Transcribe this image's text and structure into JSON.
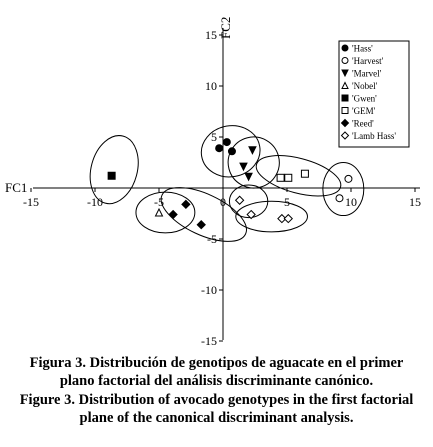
{
  "chart_data": {
    "type": "scatter",
    "xlabel": "FC1",
    "ylabel": "FC2",
    "xlim": [
      -15,
      15
    ],
    "ylim": [
      -15,
      15
    ],
    "x_ticks": [
      -15,
      -10,
      -5,
      0,
      5,
      10,
      15
    ],
    "y_ticks": [
      15,
      10,
      5,
      -5,
      -10,
      -15
    ],
    "x_tick_labels": [
      "-15",
      "-10",
      "-5",
      "0",
      "5",
      "10",
      "15"
    ],
    "y_tick_labels": [
      "15",
      "10",
      "5",
      "-5",
      "-10",
      "-15"
    ],
    "legend_position": "top-right",
    "series": [
      {
        "name": "'Hass'",
        "marker": "filled-circle",
        "points": [
          [
            -0.3,
            3.9
          ],
          [
            0.7,
            3.6
          ],
          [
            0.3,
            4.5
          ]
        ]
      },
      {
        "name": "'Harvest'",
        "marker": "open-circle",
        "points": [
          [
            9.8,
            0.9
          ],
          [
            9.1,
            -1.0
          ]
        ]
      },
      {
        "name": "'Marvel'",
        "marker": "filled-triangle-down",
        "points": [
          [
            2.3,
            3.7
          ],
          [
            1.6,
            2.1
          ],
          [
            2.0,
            1.1
          ]
        ]
      },
      {
        "name": "'Nobel'",
        "marker": "open-triangle",
        "points": [
          [
            -5.0,
            -2.4
          ]
        ]
      },
      {
        "name": "'Gwen'",
        "marker": "filled-square",
        "points": [
          [
            -8.7,
            1.2
          ]
        ]
      },
      {
        "name": "'GEM'",
        "marker": "open-square",
        "points": [
          [
            4.5,
            1.0
          ],
          [
            5.1,
            1.0
          ],
          [
            6.4,
            1.4
          ]
        ]
      },
      {
        "name": "'Reed'",
        "marker": "filled-diamond",
        "points": [
          [
            -2.9,
            -1.6
          ],
          [
            -3.9,
            -2.6
          ],
          [
            -1.7,
            -3.6
          ]
        ]
      },
      {
        "name": "'Lamb Hass'",
        "marker": "open-diamond",
        "points": [
          [
            2.2,
            -2.6
          ],
          [
            4.6,
            -3.0
          ],
          [
            5.1,
            -3.0
          ],
          [
            1.3,
            -1.2
          ]
        ]
      }
    ],
    "group_ellipses": [
      {
        "cx": 0.6,
        "cy": 3.6,
        "rx": 2.3,
        "ry": 2.5,
        "angle": 10
      },
      {
        "cx": 2.4,
        "cy": 2.5,
        "rx": 2.0,
        "ry": 2.5,
        "angle": -30
      },
      {
        "cx": 5.9,
        "cy": 1.2,
        "rx": 3.4,
        "ry": 1.7,
        "angle": -15
      },
      {
        "cx": 9.4,
        "cy": -0.1,
        "rx": 1.6,
        "ry": 2.6,
        "angle": 0
      },
      {
        "cx": -8.5,
        "cy": 1.8,
        "rx": 1.8,
        "ry": 3.4,
        "angle": -15
      },
      {
        "cx": -4.5,
        "cy": -2.4,
        "rx": 2.3,
        "ry": 2.0,
        "angle": 0
      },
      {
        "cx": -1.5,
        "cy": -2.6,
        "rx": 3.6,
        "ry": 2.0,
        "angle": -25
      },
      {
        "cx": 3.8,
        "cy": -2.8,
        "rx": 2.8,
        "ry": 1.5,
        "angle": 0
      },
      {
        "cx": 2.0,
        "cy": -1.3,
        "rx": 1.5,
        "ry": 1.6,
        "angle": 0
      }
    ]
  },
  "caption": {
    "es_line1": "Figura 3. Distribución de genotipos de aguacate en el primer",
    "es_line2": "plano factorial del análisis discriminante canónico.",
    "en_line1": "Figure 3. Distribution of avocado genotypes in the first factorial",
    "en_line2": "plane of the canonical discriminant analysis."
  }
}
